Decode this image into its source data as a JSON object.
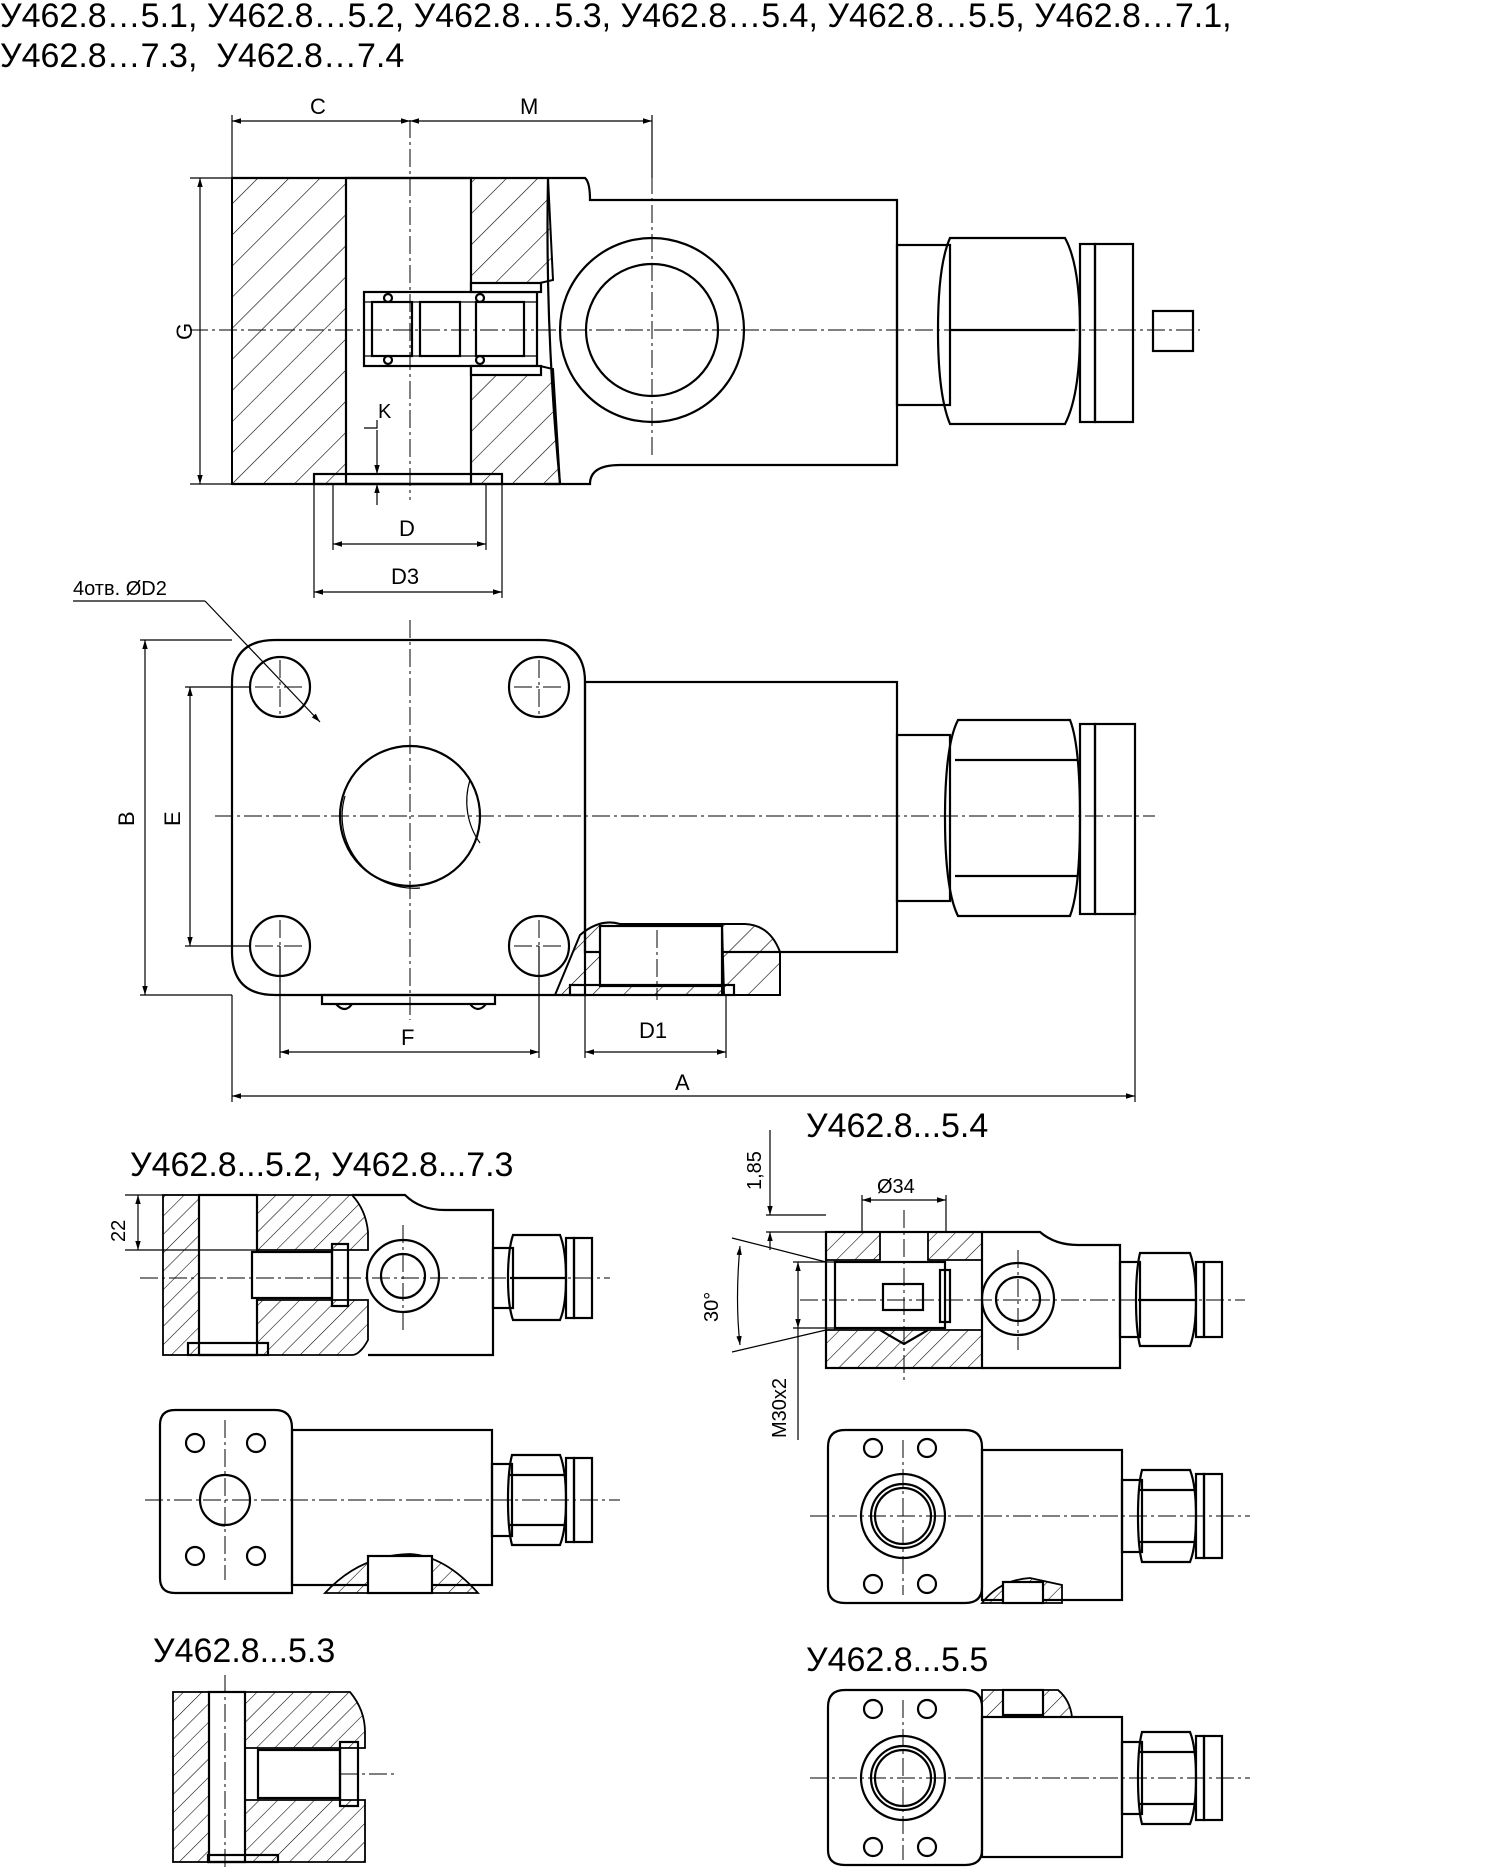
{
  "header": {
    "line1": "У462.8…5.1, У462.8…5.2, У462.8…5.3, У462.8…5.4, У462.8…5.5, У462.8…7.1,",
    "line2": "У462.8…7.3,  У462.8…7.4"
  },
  "main_views": {
    "dims": {
      "c": "C",
      "m": "M",
      "g": "G",
      "k": "K",
      "d": "D",
      "d3": "D3",
      "holes": "4отв. ØD2",
      "b": "B",
      "e": "E",
      "f": "F",
      "d1": "D1",
      "a": "A"
    }
  },
  "variant_5_2": {
    "title": "У462.8...5.2, У462.8...7.3",
    "dim_22": "22"
  },
  "variant_5_4": {
    "title": "У462.8...5.4",
    "dim_185": "1,85",
    "dim_34": "Ø34",
    "dim_30deg": "30°",
    "dim_thread": "M30x2"
  },
  "variant_5_3": {
    "title": "У462.8...5.3"
  },
  "variant_5_5": {
    "title": "У462.8...5.5"
  }
}
